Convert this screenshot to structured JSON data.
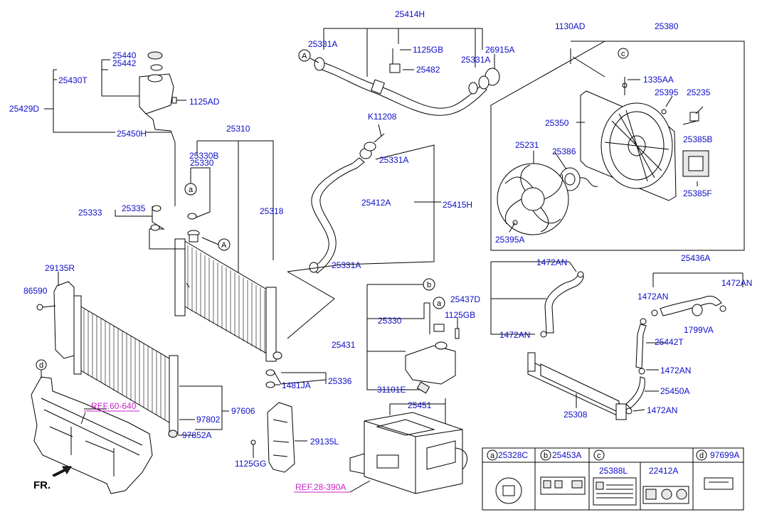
{
  "parts": {
    "p25414H": "25414H",
    "p25331A_top_left": "25331A",
    "p1125GB_top": "1125GB",
    "p25482": "25482",
    "p26915A": "26915A",
    "p25331A_top_right": "25331A",
    "p1130AD": "1130AD",
    "p25380": "25380",
    "p1335AA": "1335AA",
    "p25395_top": "25395",
    "p25235": "25235",
    "p25350": "25350",
    "p25385B": "25385B",
    "p25231": "25231",
    "p25386": "25386",
    "p25385F": "25385F",
    "p25395A": "25395A",
    "p25440": "25440",
    "p25442": "25442",
    "p25430T": "25430T",
    "p25429D": "25429D",
    "p1125AD": "1125AD",
    "p25450H": "25450H",
    "pK11208": "K11208",
    "p25331A_mid": "25331A",
    "p25412A": "25412A",
    "p25415H": "25415H",
    "p25331A_low": "25331A",
    "p25310": "25310",
    "p25330B": "25330B",
    "p25330_top": "25330",
    "p25333": "25333",
    "p25335": "25335",
    "p25318": "25318",
    "p29135R": "29135R",
    "p86590": "86590",
    "p25437D": "25437D",
    "p25330_mid": "25330",
    "p1125GB_mid": "1125GB",
    "p25431": "25431",
    "p31101E": "31101E",
    "p25451": "25451",
    "p25336": "25336",
    "p1481JA": "1481JA",
    "p97606": "97606",
    "p97802": "97802",
    "p97852A": "97852A",
    "p29135L": "29135L",
    "p1125GG": "1125GG",
    "p1472AN_1": "1472AN",
    "p1472AN_2": "1472AN",
    "p25436A": "25436A",
    "p1472AN_3": "1472AN",
    "p1472AN_4": "1472AN",
    "p1799VA": "1799VA",
    "p25442T": "25442T",
    "p1472AN_5": "1472AN",
    "p25450A": "25450A",
    "p1472AN_6": "1472AN",
    "p25308": "25308"
  },
  "refs": {
    "ref_front": "REF.60-640",
    "ref_inverter": "REF.28-390A"
  },
  "callouts": {
    "a": "a",
    "b": "b",
    "c": "c",
    "d": "d",
    "A": "A"
  },
  "orientation_label": "FR.",
  "legend": [
    {
      "letter": "a",
      "part": "25328C"
    },
    {
      "letter": "b",
      "part": "25453A"
    },
    {
      "letter": "c",
      "parts": [
        "25388L",
        "22412A"
      ]
    },
    {
      "letter": "d",
      "part": "97699A"
    }
  ]
}
